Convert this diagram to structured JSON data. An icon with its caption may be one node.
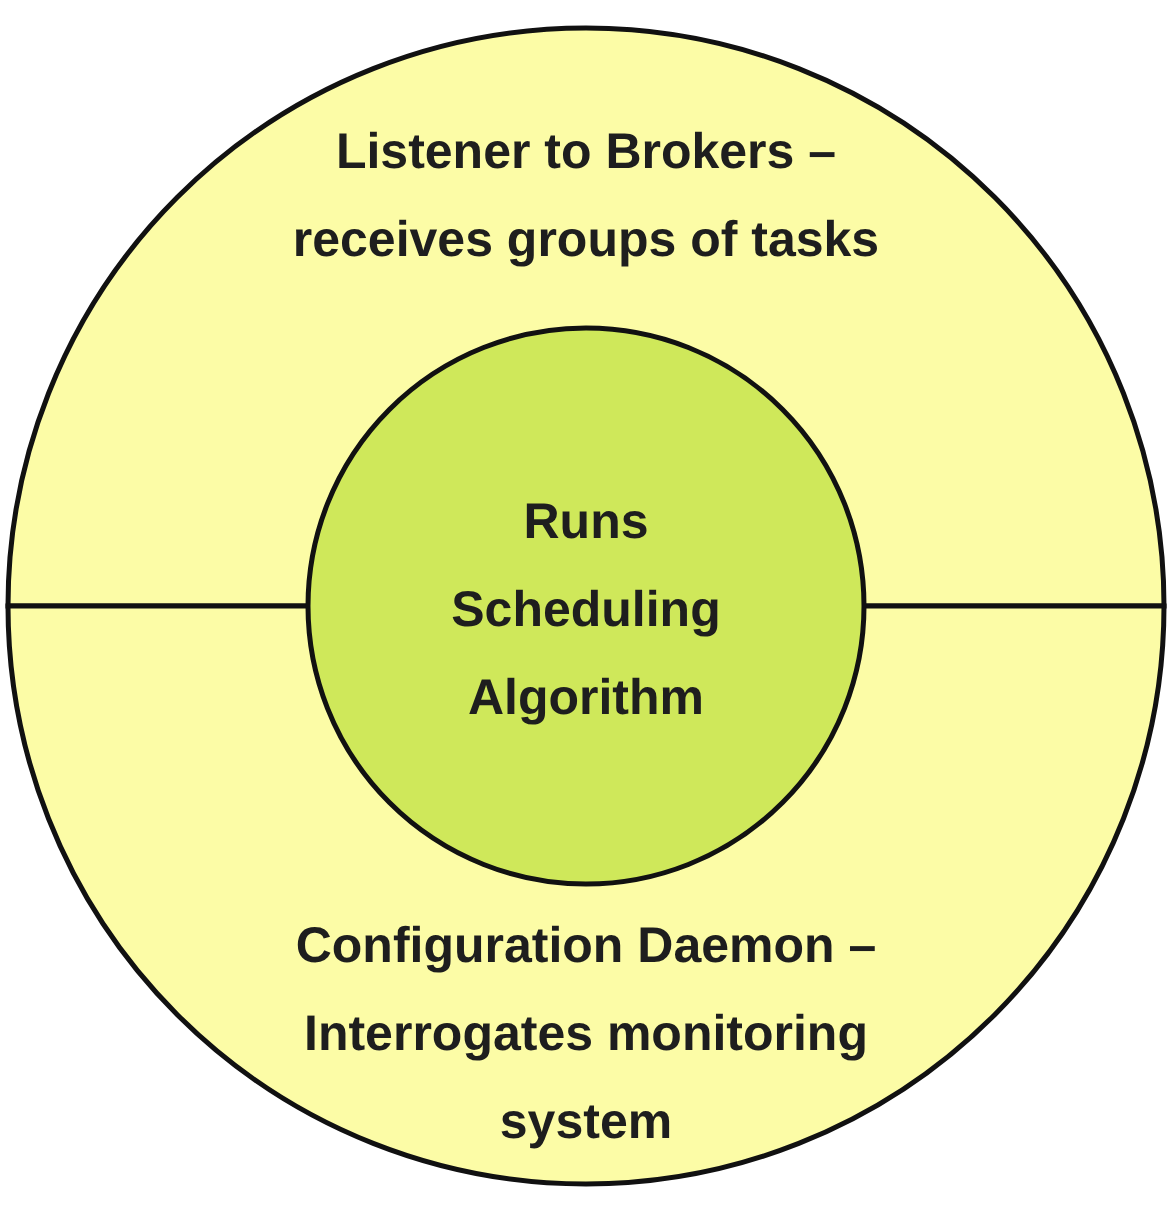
{
  "diagram": {
    "nodes": [
      {
        "text": [
          "Listener to Brokers – receives groups of tasks"
        ]
      },
      {
        "text": [
          "Configuration Daemon – Interrogates monitoring system"
        ]
      },
      {
        "text": [
          "Runs Scheduling Algorithm"
        ]
      }
    ]
  }
}
